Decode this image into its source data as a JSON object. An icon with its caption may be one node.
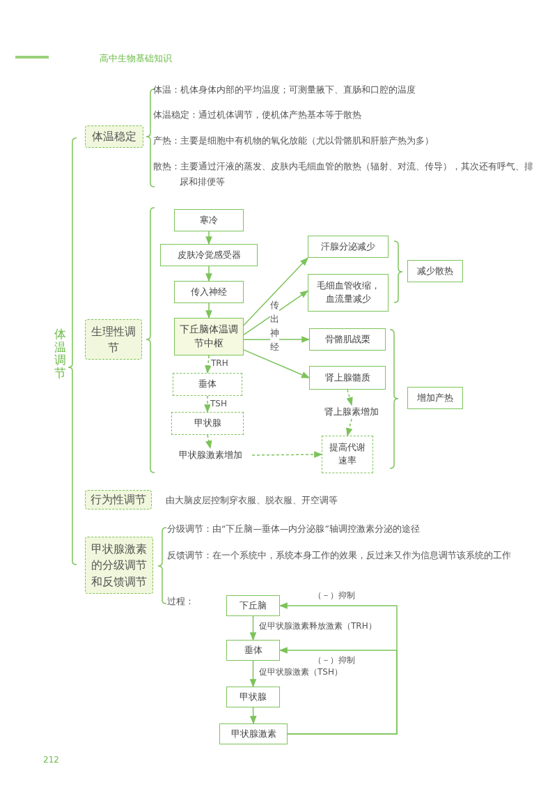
{
  "diagram": {
    "nodes": [
      {
        "text": [
          "体温稳定"
        ]
      },
      {
        "text": [
          "生理性调节"
        ]
      },
      {
        "text": [
          "寒冷"
        ]
      },
      {
        "text": [
          "皮肤冷觉感受器"
        ]
      },
      {
        "text": [
          "传入神经"
        ]
      },
      {
        "text": [
          "下丘脑体温调节中枢"
        ]
      },
      {
        "text": [
          "汗腺分泌减少"
        ]
      },
      {
        "text": [
          "毛细血管收缩，血流量减少"
        ]
      },
      {
        "text": [
          "骨骼肌战栗"
        ]
      },
      {
        "text": [
          "肾上腺髓质"
        ]
      },
      {
        "text": [
          "垂体"
        ]
      },
      {
        "text": [
          "甲状腺"
        ]
      },
      {
        "text": [
          "甲状腺激素增加"
        ]
      },
      {
        "text": [
          "肾上腺素增加"
        ]
      },
      {
        "text": [
          "提高代谢速率"
        ]
      },
      {
        "text": [
          "减少散热"
        ]
      },
      {
        "text": [
          "增加产热"
        ]
      },
      {
        "text": [
          "行为性调节"
        ]
      },
      {
        "text": [
          "甲状腺激素的分级调节和反馈调节"
        ]
      },
      {
        "text": [
          "下丘脑"
        ]
      },
      {
        "text": [
          "垂体"
        ]
      },
      {
        "text": [
          "甲状腺"
        ]
      },
      {
        "text": [
          "甲状腺激素"
        ]
      }
    ],
    "edges": [
      {
        "from": 2,
        "to": 3,
        "arrow": "to"
      },
      {
        "from": 3,
        "to": 4,
        "arrow": "to"
      },
      {
        "from": 4,
        "to": 5,
        "arrow": "to"
      },
      {
        "from": 5,
        "to": 6,
        "arrow": "to"
      },
      {
        "from": 5,
        "to": 7,
        "arrow": "to"
      },
      {
        "from": 5,
        "to": 8,
        "arrow": "to",
        "label": "传出神经"
      },
      {
        "from": 5,
        "to": 9,
        "arrow": "to"
      },
      {
        "from": 5,
        "to": 10,
        "arrow": "to",
        "label": "TRH",
        "style": "dashed"
      },
      {
        "from": 10,
        "to": 11,
        "arrow": "to",
        "label": "TSH",
        "style": "dashed"
      },
      {
        "from": 11,
        "to": 12,
        "arrow": "to",
        "style": "dashed"
      },
      {
        "from": 12,
        "to": 14,
        "arrow": "to",
        "style": "dashed"
      },
      {
        "from": 9,
        "to": 13,
        "arrow": "to",
        "style": "dashed"
      },
      {
        "from": 13,
        "to": 14,
        "arrow": "to",
        "style": "dashed"
      },
      {
        "from": 19,
        "to": 20,
        "arrow": "to",
        "label": "促甲状腺激素释放激素（TRH）"
      },
      {
        "from": 20,
        "to": 21,
        "arrow": "to",
        "label": "促甲状腺激素（TSH）"
      },
      {
        "from": 21,
        "to": 22,
        "arrow": "to"
      },
      {
        "from": 22,
        "to": 19,
        "arrow": "to",
        "label": "（－）抑制"
      },
      {
        "from": 22,
        "to": 20,
        "arrow": "to",
        "label": "（－）抑制"
      }
    ],
    "labels": [
      "高中生物基础知识",
      "体温调节",
      "体温：机体身体内部的平均温度；可测量腋下、直肠和口腔的温度",
      "体温稳定：通过机体调节，使机体产热基本等于散热",
      "产热：主要是细胞中有机物的氧化放能（尤以骨骼肌和肝脏产热为多）",
      "散热：主要通过汗液的蒸发、皮肤内毛细血管的散热（辐射、对流、传导），其次还有呼气、排尿和排便等",
      "由大脑皮层控制穿衣服、脱衣服、开空调等",
      "分级调节：由“下丘脑—垂体—内分泌腺”轴调控激素分泌的途径",
      "反馈调节：在一个系统中，系统本身工作的效果，反过来又作为信息调节该系统的工作",
      "过程：",
      "212"
    ]
  }
}
